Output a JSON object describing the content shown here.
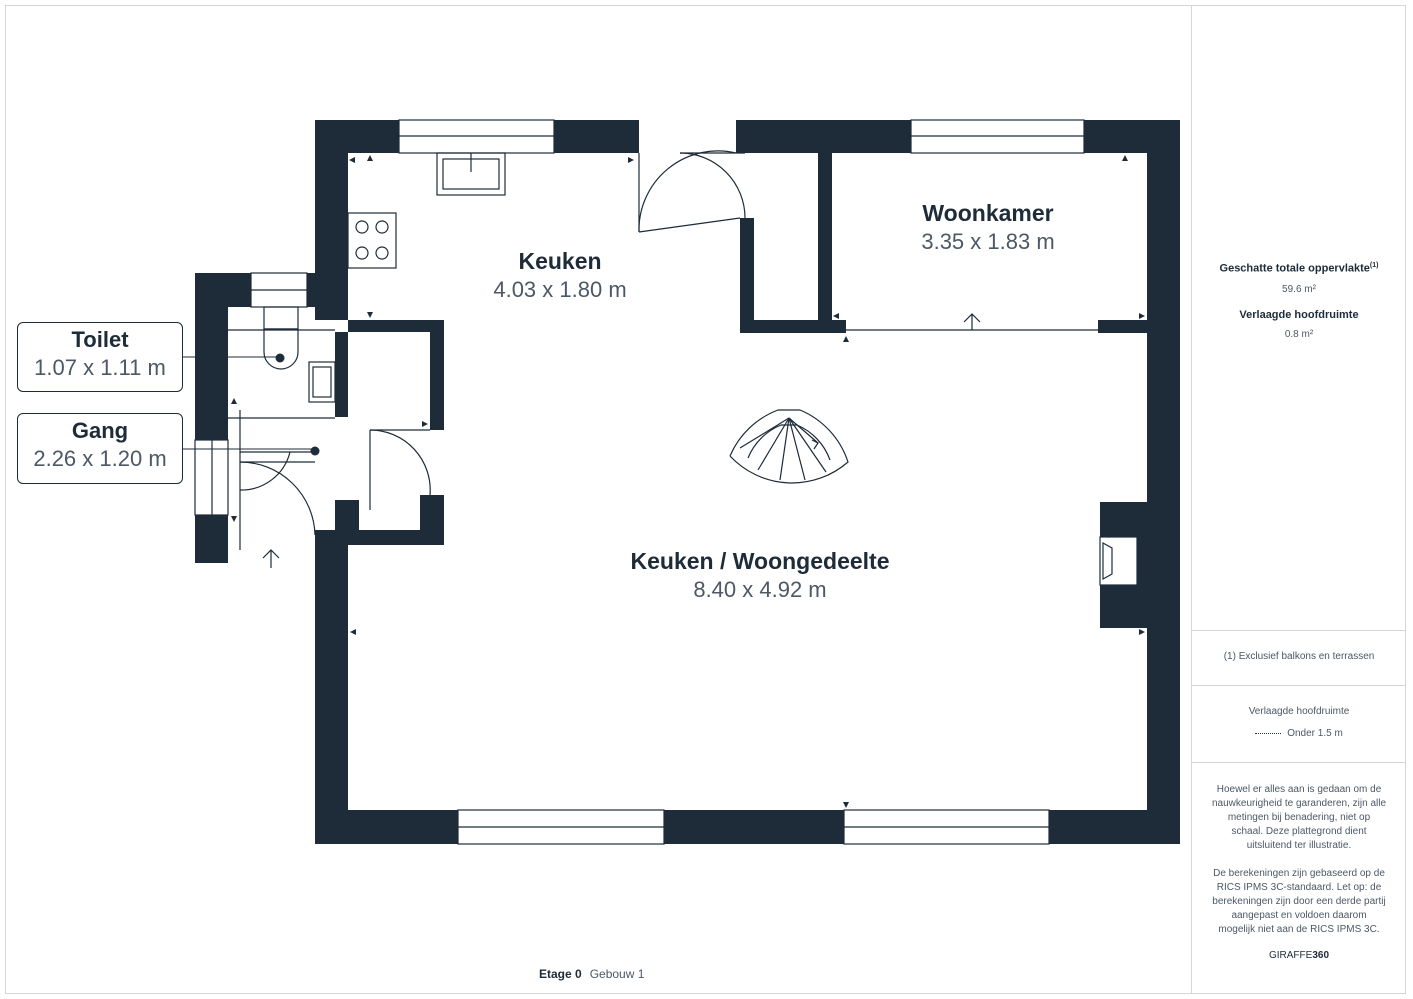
{
  "rooms": {
    "keuken": {
      "name": "Keuken",
      "dims": "4.03 x 1.80 m"
    },
    "woonkamer": {
      "name": "Woonkamer",
      "dims": "3.35 x 1.83 m"
    },
    "keuken_woongedeelte": {
      "name": "Keuken / Woongedeelte",
      "dims": "8.40 x 4.92 m"
    },
    "toilet": {
      "name": "Toilet",
      "dims": "1.07 x 1.11 m"
    },
    "gang": {
      "name": "Gang",
      "dims": "2.26 x 1.20 m"
    }
  },
  "panel": {
    "total_area_label": "Geschatte totale oppervlakte",
    "total_area_sup": "(1)",
    "total_area_value": "59.6 m²",
    "reduced_height_label": "Verlaagde hoofdruimte",
    "reduced_height_value": "0.8 m²",
    "footnote": "(1) Exclusief balkons en terrassen",
    "legend_title": "Verlaagde hoofdruimte",
    "legend_item": "Onder 1.5 m",
    "disclaimer_1": "Hoewel er alles aan is gedaan om de nauwkeurigheid te garanderen, zijn alle metingen bij benadering, niet op schaal. Deze plattegrond dient uitsluitend ter illustratie.",
    "disclaimer_2": "De berekeningen zijn gebaseerd op de RICS IPMS 3C-standaard. Let op: de berekeningen zijn door een derde partij aangepast en voldoen daarom mogelijk niet aan de RICS IPMS 3C.",
    "brand_light": "GIRAFFE",
    "brand_bold": "360"
  },
  "footer": {
    "floor": "Etage 0",
    "building": "Gebouw 1"
  },
  "colors": {
    "wall": "#1e2b38",
    "line": "#1e2b38",
    "border": "#d4d6d9"
  }
}
